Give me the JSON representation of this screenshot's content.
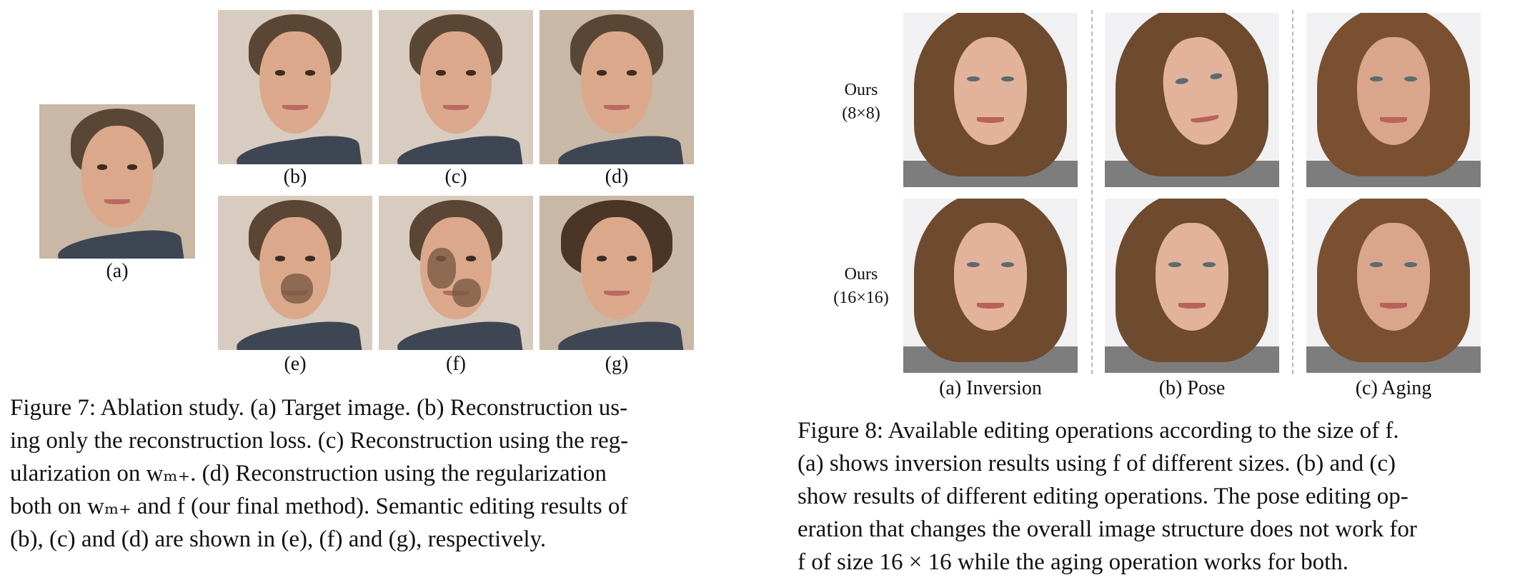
{
  "figure7": {
    "target_label": "(a)",
    "top_labels": [
      "(b)",
      "(c)",
      "(d)"
    ],
    "bottom_labels": [
      "(e)",
      "(f)",
      "(g)"
    ],
    "caption_lines": [
      "Figure 7: Ablation study. (a) Target image. (b) Reconstruction us-",
      "ing only the reconstruction loss. (c) Reconstruction using the reg-",
      "ularization on wₘ₊. (d) Reconstruction using the regularization",
      "both on wₘ₊ and f (our final method). Semantic editing results of",
      "(b), (c) and (d) are shown in (e), (f) and (g), respectively."
    ]
  },
  "figure8": {
    "row_labels": [
      {
        "name": "Ours",
        "size": "(8×8)"
      },
      {
        "name": "Ours",
        "size": "(16×16)"
      }
    ],
    "column_labels": [
      "(a) Inversion",
      "(b) Pose",
      "(c) Aging"
    ],
    "caption_lines": [
      "Figure 8: Available editing operations according to the size of f.",
      "(a) shows inversion results using f of different sizes. (b) and (c)",
      "show results of different editing operations. The pose editing op-",
      "eration that changes the overall image structure does not work for",
      "f of size 16 × 16 while the aging operation works for both."
    ]
  }
}
